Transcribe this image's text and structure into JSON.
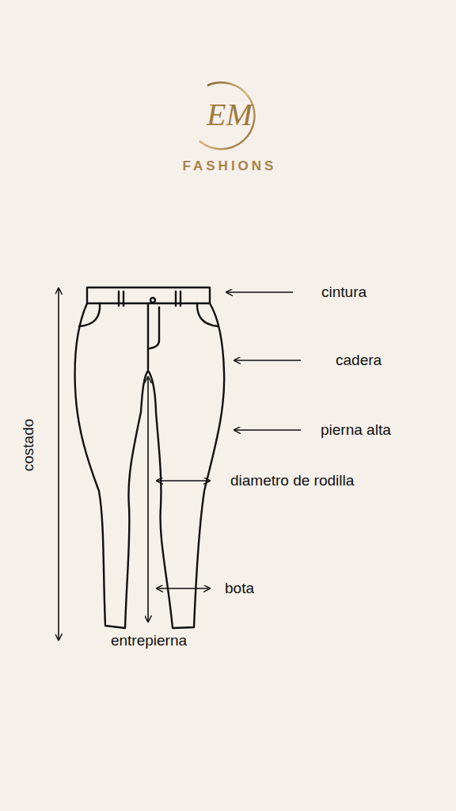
{
  "diagram": {
    "labels": [
      "EM",
      "FASHIONS",
      "cintura",
      "cadera",
      "pierna alta",
      "diametro de rodilla",
      "costado",
      "bota",
      "entrepierna"
    ]
  }
}
